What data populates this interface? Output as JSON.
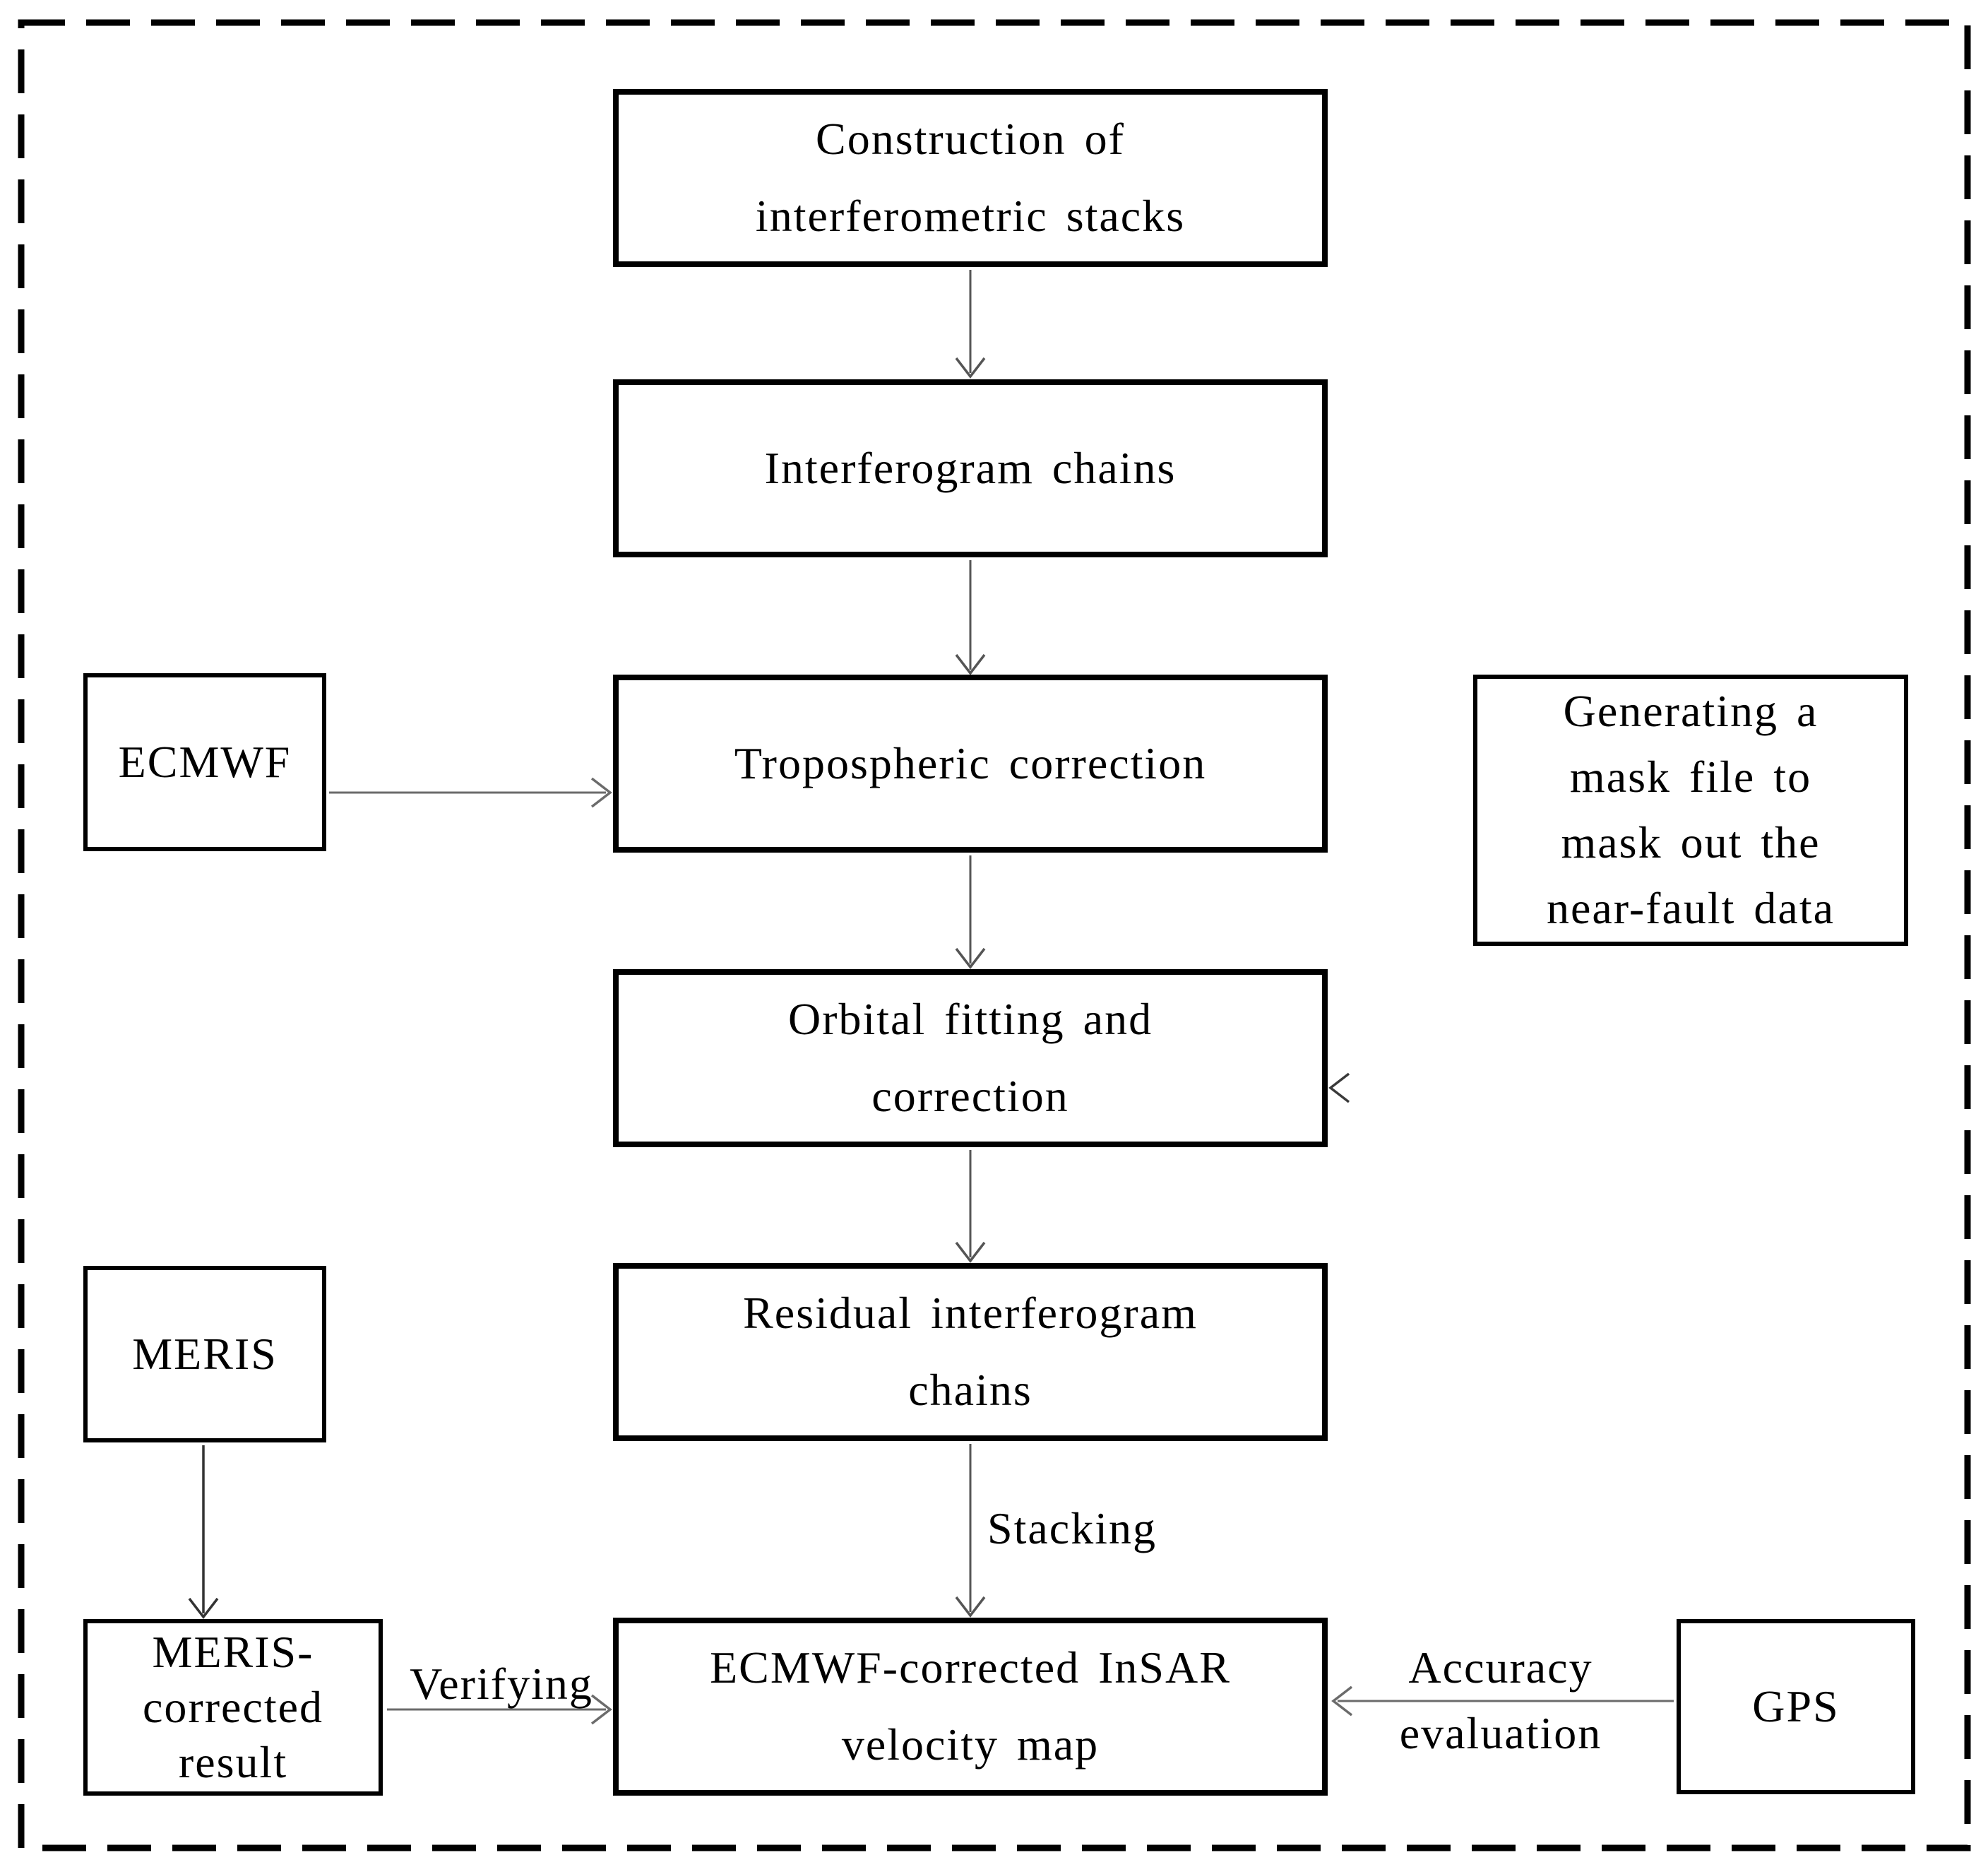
{
  "diagram": {
    "type": "flowchart",
    "colors": {
      "background": "#ffffff",
      "box_border": "#000000",
      "text": "#000000",
      "connector": "#555555",
      "dashed_frame": "#000000"
    },
    "main_flow": {
      "construction": [
        "Construction of",
        "interferometric stacks"
      ],
      "interferogram_chains": [
        "Interferogram chains"
      ],
      "tropospheric_correction": [
        "Tropospheric correction"
      ],
      "orbital_fitting": [
        "Orbital fitting and",
        "correction"
      ],
      "residual_chains": [
        "Residual interferogram",
        "chains"
      ],
      "velocity_map": [
        "ECMWF-corrected InSAR",
        "velocity map"
      ]
    },
    "side_nodes": {
      "ecmwf": [
        "ECMWF"
      ],
      "meris": [
        "MERIS"
      ],
      "meris_corrected": [
        "MERIS-",
        "corrected",
        "result"
      ],
      "gps": [
        "GPS"
      ],
      "mask_note": [
        "Generating a",
        "mask file to",
        "mask out the",
        "near-fault data"
      ]
    },
    "edge_labels": {
      "stacking": "Stacking",
      "verifying": "Verifying",
      "accuracy_evaluation": [
        "Accuracy",
        "evaluation"
      ]
    }
  }
}
